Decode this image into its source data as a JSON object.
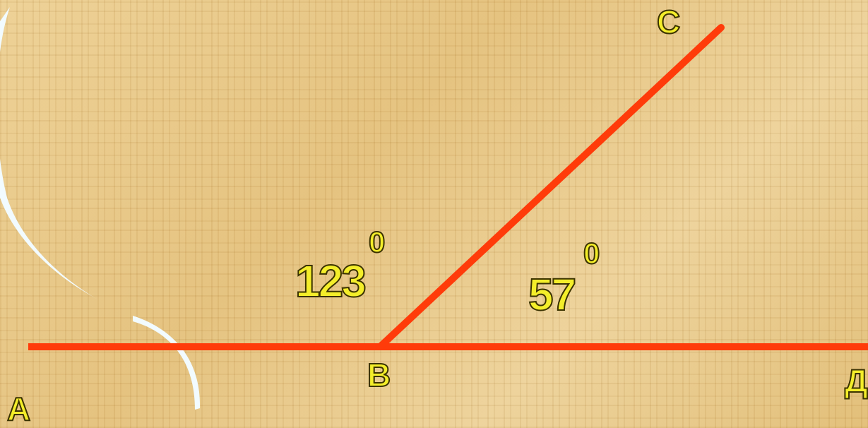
{
  "points": {
    "A": "A",
    "B": "B",
    "C": "C",
    "D": "Д"
  },
  "angles": {
    "obtuse": {
      "value": "123",
      "degree": "0"
    },
    "acute": {
      "value": "57",
      "degree": "0"
    }
  },
  "colors": {
    "line": "#ff3b0a",
    "label_fill": "#f4ee2a",
    "label_stroke": "#3b3300",
    "arc": "#f2fbff",
    "background": "#e7c98a"
  }
}
